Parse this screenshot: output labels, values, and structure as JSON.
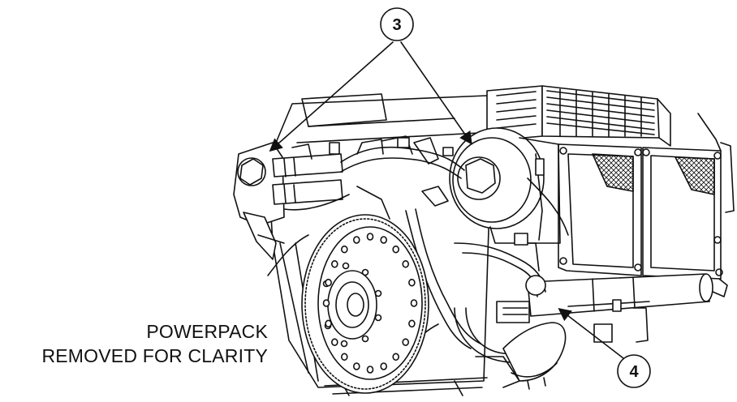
{
  "caption": {
    "line1": "POWERPACK",
    "line2": "REMOVED FOR CLARITY"
  },
  "callouts": [
    {
      "number": "3",
      "description": "pointer to two fittings on upper left of engine"
    },
    {
      "number": "4",
      "description": "pointer to lower component near oil cooler tube"
    }
  ],
  "colors": {
    "line": "#111111",
    "fill": "#ffffff"
  }
}
